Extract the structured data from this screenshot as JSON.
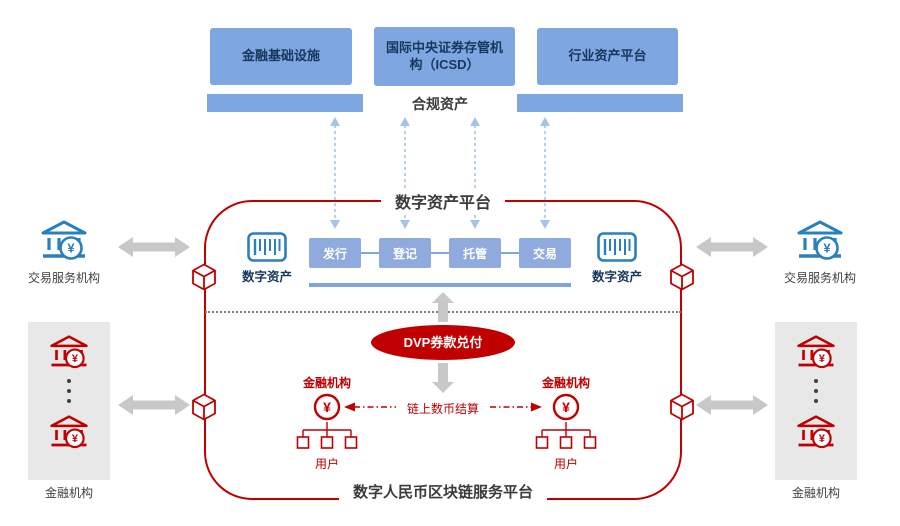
{
  "top_row": {
    "boxes": [
      {
        "label": "金融基础设施"
      },
      {
        "label": "国际中央证券存管机构（ICSD）"
      },
      {
        "label": "行业资产平台"
      }
    ],
    "compliant_assets_label": "合规资产"
  },
  "platform": {
    "title": "数字资产平台",
    "digital_asset_left_label": "数字资产",
    "digital_asset_right_label": "数字资产",
    "process_boxes": [
      "发行",
      "登记",
      "托管",
      "交易"
    ],
    "dvp_label": "DVP券款兑付",
    "financial_institution_left_label": "金融机构",
    "financial_institution_right_label": "金融机构",
    "settlement_label": "链上数币结算",
    "users_left_label": "用户",
    "users_right_label": "用户",
    "bottom_title": "数字人民币区块链服务平台",
    "currency_symbol": "¥"
  },
  "outer": {
    "trade_service_left_label": "交易服务机构",
    "trade_service_right_label": "交易服务机构",
    "financial_institutions_left_label": "金融机构",
    "financial_institutions_right_label": "金融机构"
  },
  "colors": {
    "box_blue": "#7EA6E0",
    "process_blue": "#8FAADC",
    "accent_red": "#C00000",
    "navy_text": "#17375D",
    "bank_blue": "#2A7FBF",
    "arrow_gray": "#C8C8C8",
    "dashed_blue": "#A5C4E7"
  }
}
